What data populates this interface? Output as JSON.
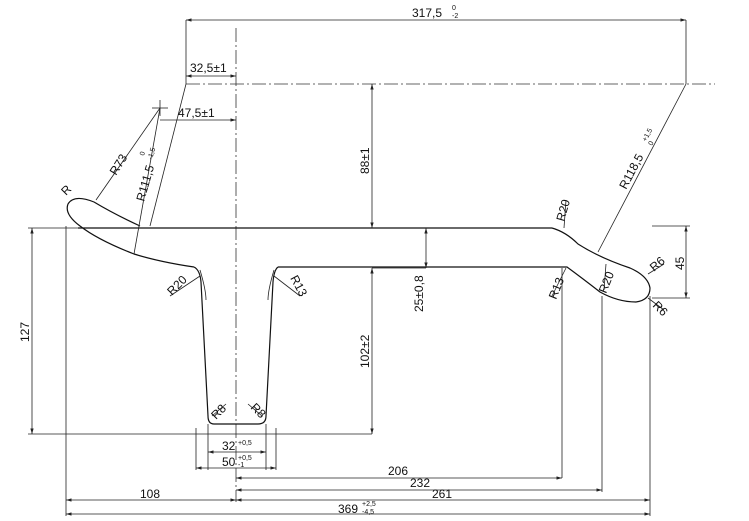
{
  "dimensions": {
    "d_317": "317,5",
    "d_317_tol_upper": "0",
    "d_317_tol_lower": "-2",
    "d_32_5": "32,5±1",
    "d_47_5": "47,5±1",
    "d_88": "88±1",
    "d_25": "25±0,8",
    "d_102": "102±2",
    "d_127": "127",
    "d_45": "45",
    "d_32": "32",
    "d_32_tol": "+0,5",
    "d_50": "50",
    "d_50_tol_upper": "+0,5",
    "d_50_tol_lower": "-1",
    "d_206": "206",
    "d_232": "232",
    "d_261": "261",
    "d_108": "108",
    "d_369": "369",
    "d_369_tol_upper": "+2,5",
    "d_369_tol_lower": "-4,5"
  },
  "radii": {
    "r_73": "R73",
    "r_111": "R111,5",
    "r_111_tol_upper": "0",
    "r_111_tol_lower": "-1,5",
    "r_118": "R118,5",
    "r_118_tol_upper": "+1,5",
    "r_118_tol_lower": "0",
    "r_plain": "R",
    "r_20_left": "R20",
    "r_13_left": "R13",
    "r_8_left": "R8",
    "r_8_right": "R8",
    "r_20_top_right": "R20",
    "r_13_right": "R13",
    "r_20_right": "R20",
    "r_6_top": "R6",
    "r_6_bottom": "R6"
  }
}
